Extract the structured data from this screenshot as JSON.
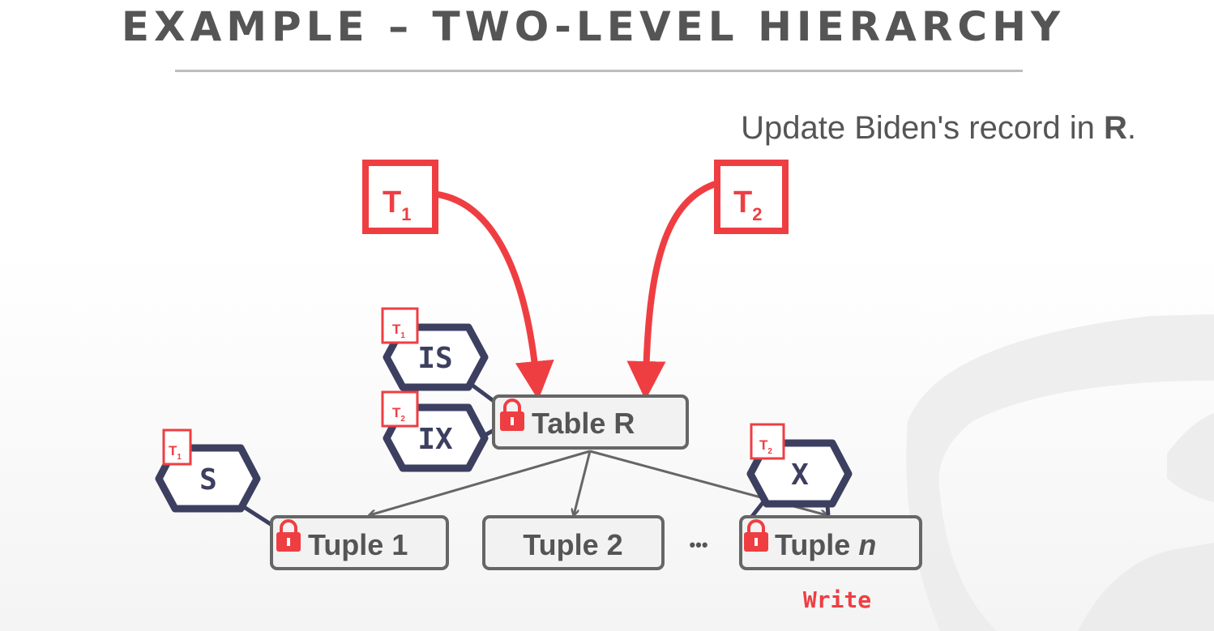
{
  "slide": {
    "title": "EXAMPLE – TWO-LEVEL HIERARCHY",
    "subtitle_prefix": "Update Biden's record in ",
    "subtitle_bold": "R",
    "subtitle_suffix": "."
  },
  "transactions": [
    {
      "id": "t1",
      "label": "T",
      "sub": "1"
    },
    {
      "id": "t2",
      "label": "T",
      "sub": "2"
    }
  ],
  "nodes": {
    "table": {
      "label": "Table R"
    },
    "tuple1": {
      "label": "Tuple 1"
    },
    "tuple2": {
      "label": "Tuple 2"
    },
    "ellipsis": "•••",
    "tuplen": {
      "label": "Tuple ",
      "italic": "n"
    }
  },
  "locks": {
    "is": {
      "mode": "IS",
      "holder": "T",
      "holder_sub": "1"
    },
    "ix": {
      "mode": "IX",
      "holder": "T",
      "holder_sub": "2"
    },
    "s": {
      "mode": "S",
      "holder": "T",
      "holder_sub": "1"
    },
    "x": {
      "mode": "X",
      "holder": "T",
      "holder_sub": "2"
    }
  },
  "operation_label": "Write",
  "colors": {
    "accent_red": "#ef3e42",
    "lock_navy": "#3d3f60",
    "node_border": "#666666",
    "node_fill": "#f2f2f2",
    "text_dark": "#555555"
  }
}
